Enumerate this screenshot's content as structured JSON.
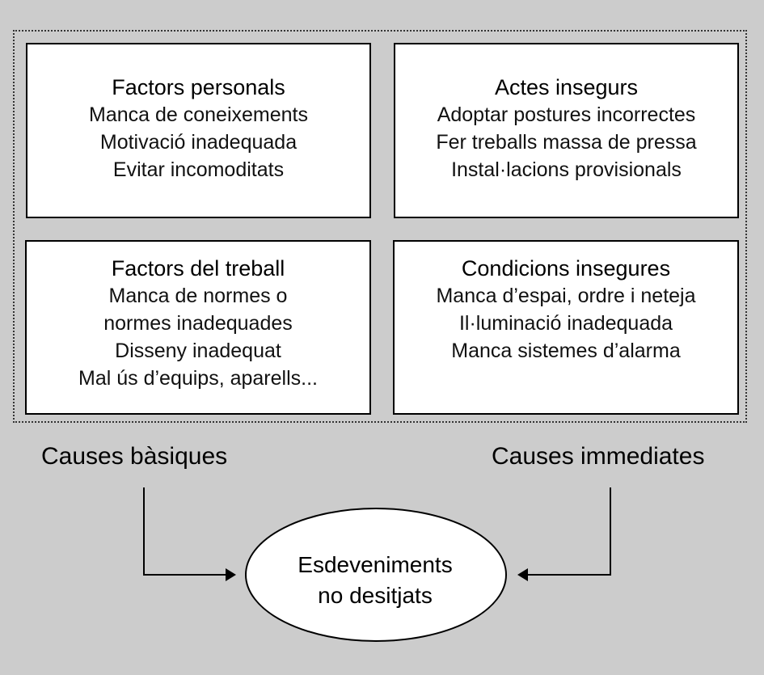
{
  "boxes": [
    {
      "title": "Factors personals",
      "items": [
        "Manca de coneixements",
        "Motivació inadequada",
        "Evitar incomoditats"
      ]
    },
    {
      "title": "Actes insegurs",
      "items": [
        "Adoptar postures incorrectes",
        "Fer treballs massa de pressa",
        "Instal·lacions provisionals"
      ]
    },
    {
      "title": "Factors del treball",
      "items": [
        "Manca de normes o",
        "normes inadequades",
        "Disseny inadequat",
        "Mal ús d’equips, aparells..."
      ]
    },
    {
      "title": "Condicions insegures",
      "items": [
        "Manca d’espai, ordre i neteja",
        "Il·luminació inadequada",
        "Manca sistemes d’alarma"
      ]
    }
  ],
  "labels": {
    "left": "Causes bàsiques",
    "right": "Causes immediates"
  },
  "center": {
    "line1": "Esdeveniments",
    "line2": "no desitjats"
  },
  "colors": {
    "background": "#cccccc",
    "box": "#ffffff",
    "stroke": "#000000"
  }
}
